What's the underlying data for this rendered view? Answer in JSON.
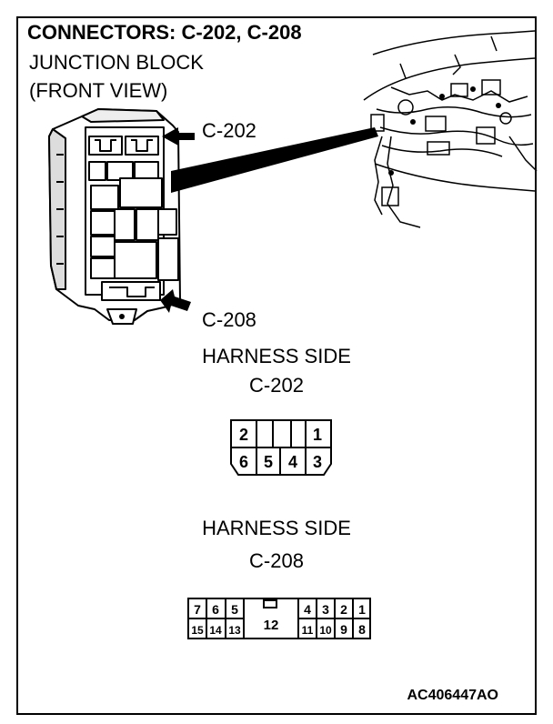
{
  "title": "CONNECTORS: C-202, C-208",
  "subtitle_line1": "JUNCTION BLOCK",
  "subtitle_line2": "(FRONT VIEW)",
  "callouts": {
    "upper": "C-202",
    "lower": "C-208"
  },
  "connector_c202": {
    "heading": "HARNESS SIDE",
    "name": "C-202",
    "top_row": [
      "2",
      "",
      "1"
    ],
    "bottom_row": [
      "6",
      "5",
      "4",
      "3"
    ]
  },
  "connector_c208": {
    "heading": "HARNESS SIDE",
    "name": "C-208",
    "top_left": [
      "7",
      "6",
      "5"
    ],
    "top_right": [
      "4",
      "3",
      "2",
      "1"
    ],
    "center": "12",
    "bottom_left": [
      "15",
      "14",
      "13"
    ],
    "bottom_right": [
      "11",
      "10",
      "9",
      "8"
    ]
  },
  "figure_code": "AC406447AO"
}
